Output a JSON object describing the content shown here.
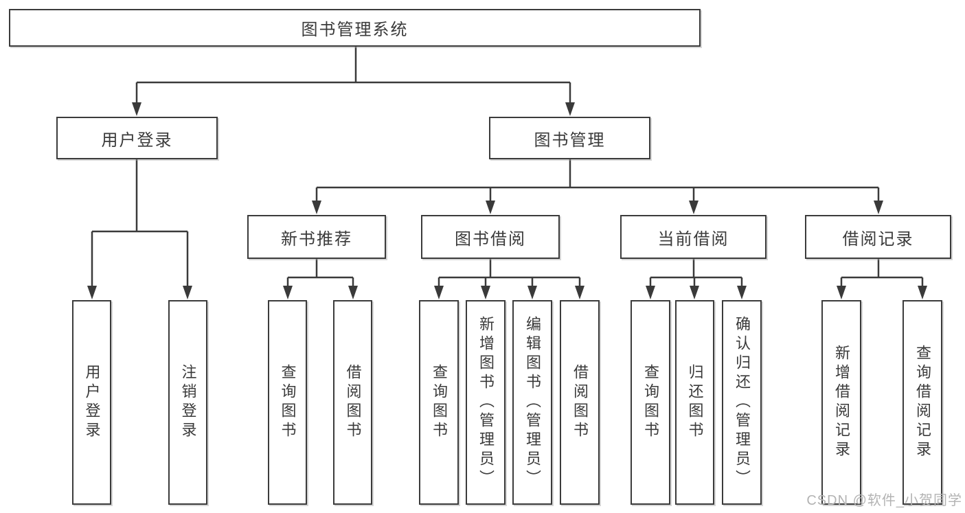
{
  "tree": {
    "root": {
      "label": "图书管理系统"
    },
    "branches": [
      {
        "label": "用户登录",
        "children": [
          {
            "label": "用户登录"
          },
          {
            "label": "注销登录"
          }
        ]
      },
      {
        "label": "图书管理",
        "children": [
          {
            "label": "新书推荐",
            "children": [
              {
                "label": "查询图书"
              },
              {
                "label": "借阅图书"
              }
            ]
          },
          {
            "label": "图书借阅",
            "children": [
              {
                "label": "查询图书"
              },
              {
                "label": "新增图书（管理员）"
              },
              {
                "label": "编辑图书（管理员）"
              },
              {
                "label": "借阅图书"
              }
            ]
          },
          {
            "label": "当前借阅",
            "children": [
              {
                "label": "查询图书"
              },
              {
                "label": "归还图书"
              },
              {
                "label": "确认归还（管理员）"
              }
            ]
          },
          {
            "label": "借阅记录",
            "children": [
              {
                "label": "新增借阅记录"
              },
              {
                "label": "查询借阅记录"
              }
            ]
          }
        ]
      }
    ]
  },
  "watermark": {
    "text": "CSDN @软件_小贺同学"
  },
  "colors": {
    "line": "#3a3a3a",
    "text": "#3a3a3a",
    "box_background": "#ffffff",
    "watermark": "#b3b3b3"
  }
}
